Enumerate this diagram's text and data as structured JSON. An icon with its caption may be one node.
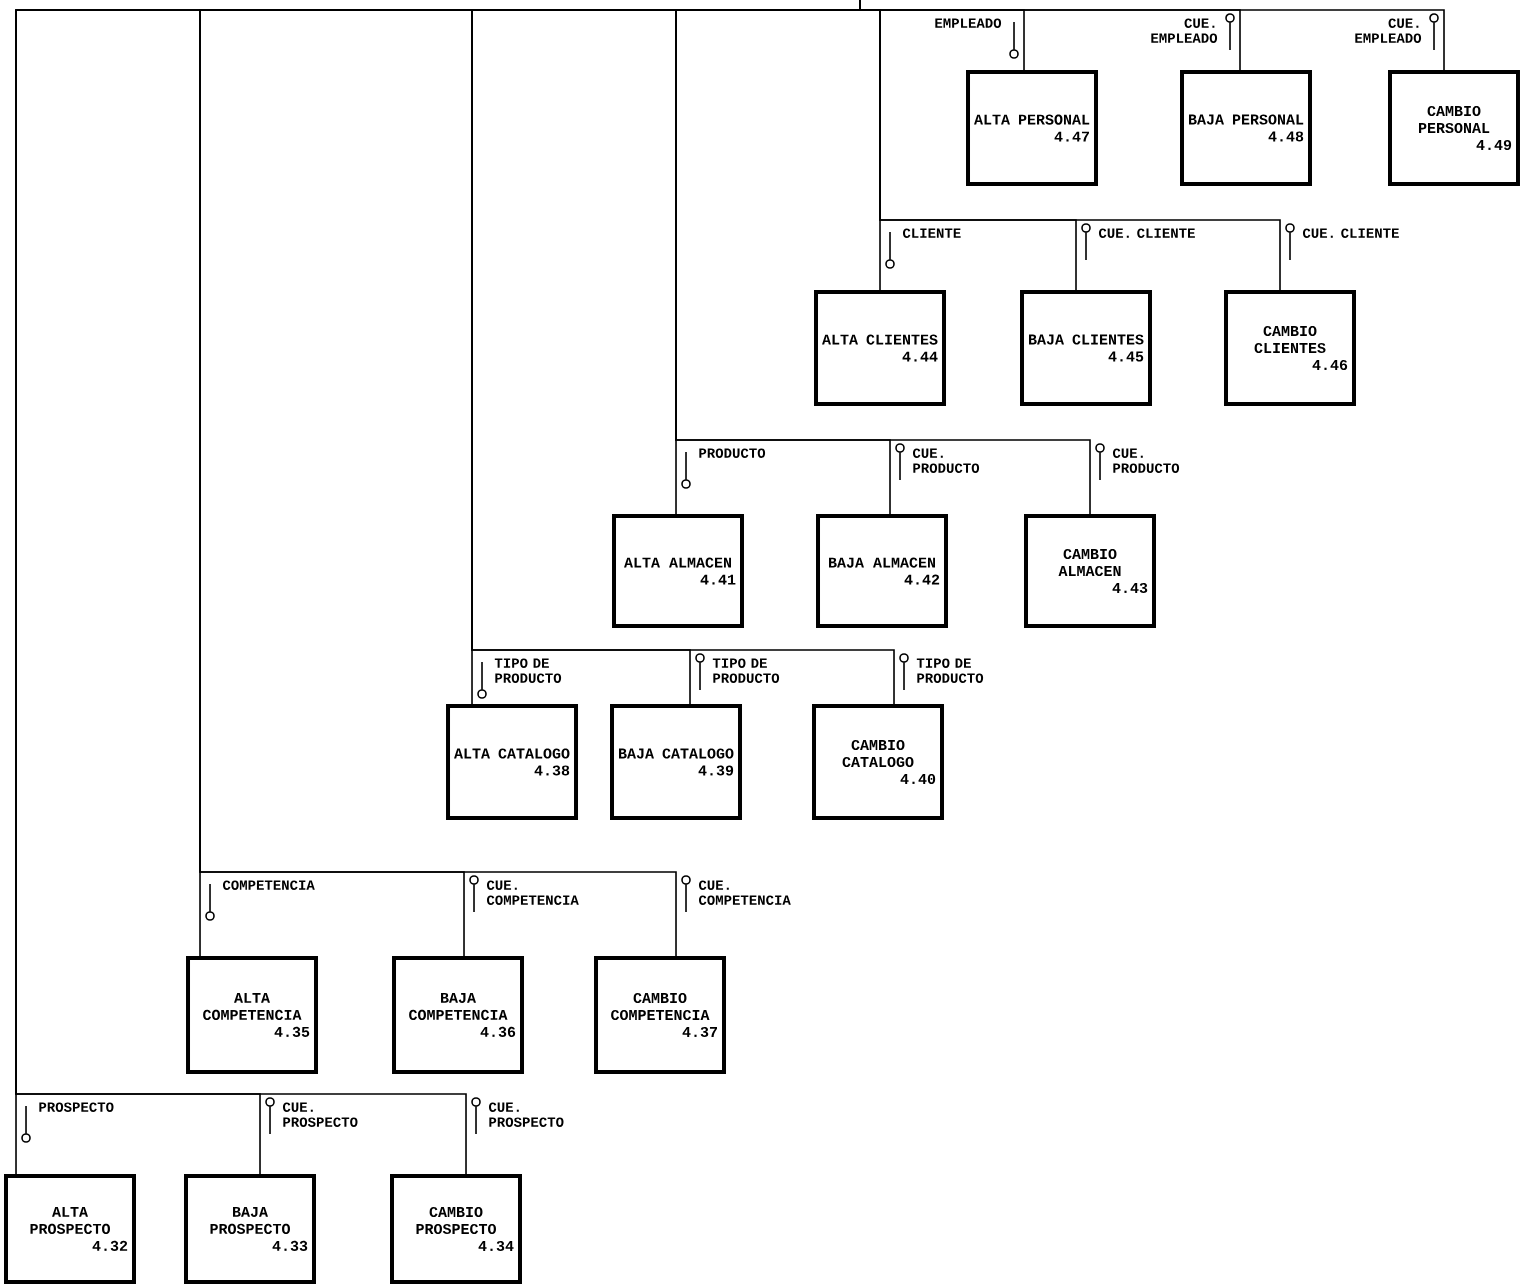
{
  "diagram": {
    "nodes": [
      {
        "text": [
          "ALTA PERSONAL",
          "4.47"
        ]
      },
      {
        "text": [
          "BAJA PERSONAL",
          "4.48"
        ]
      },
      {
        "text": [
          "CAMBIO PERSONAL",
          "4.49"
        ]
      },
      {
        "text": [
          "ALTA CLIENTES",
          "4.44"
        ]
      },
      {
        "text": [
          "BAJA CLIENTES",
          "4.45"
        ]
      },
      {
        "text": [
          "CAMBIO CLIENTES",
          "4.46"
        ]
      },
      {
        "text": [
          "ALTA ALMACEN",
          "4.41"
        ]
      },
      {
        "text": [
          "BAJA ALMACEN",
          "4.42"
        ]
      },
      {
        "text": [
          "CAMBIO ALMACEN",
          "4.43"
        ]
      },
      {
        "text": [
          "ALTA CATALOGO",
          "4.38"
        ]
      },
      {
        "text": [
          "BAJA CATALOGO",
          "4.39"
        ]
      },
      {
        "text": [
          "CAMBIO CATALOGO",
          "4.40"
        ]
      },
      {
        "text": [
          "ALTA COMPETENCIA",
          "4.35"
        ]
      },
      {
        "text": [
          "BAJA COMPETENCIA",
          "4.36"
        ]
      },
      {
        "text": [
          "CAMBIO COMPETENCIA",
          "4.37"
        ]
      },
      {
        "text": [
          "ALTA PROSPECTO",
          "4.32"
        ]
      },
      {
        "text": [
          "BAJA PROSPECTO",
          "4.33"
        ]
      },
      {
        "text": [
          "CAMBIO PROSPECTO",
          "4.34"
        ]
      }
    ],
    "edges": [
      {
        "from": null,
        "to": 0,
        "arrow": "none",
        "label": "EMPLEADO"
      },
      {
        "from": null,
        "to": 1,
        "arrow": "none",
        "label": "CUE. EMPLEADO"
      },
      {
        "from": null,
        "to": 2,
        "arrow": "none",
        "label": "CUE. EMPLEADO"
      },
      {
        "from": null,
        "to": 3,
        "arrow": "none",
        "label": "CLIENTE"
      },
      {
        "from": null,
        "to": 4,
        "arrow": "none",
        "label": "CUE. CLIENTE"
      },
      {
        "from": null,
        "to": 5,
        "arrow": "none",
        "label": "CUE. CLIENTE"
      },
      {
        "from": null,
        "to": 6,
        "arrow": "none",
        "label": "PRODUCTO"
      },
      {
        "from": null,
        "to": 7,
        "arrow": "none",
        "label": "CUE. PRODUCTO"
      },
      {
        "from": null,
        "to": 8,
        "arrow": "none",
        "label": "CUE. PRODUCTO"
      },
      {
        "from": null,
        "to": 9,
        "arrow": "none",
        "label": "TIPO DE PRODUCTO"
      },
      {
        "from": null,
        "to": 10,
        "arrow": "none",
        "label": "TIPO DE PRODUCTO"
      },
      {
        "from": null,
        "to": 11,
        "arrow": "none",
        "label": "TIPO DE PRODUCTO"
      },
      {
        "from": null,
        "to": 12,
        "arrow": "none",
        "label": "COMPETENCIA"
      },
      {
        "from": null,
        "to": 13,
        "arrow": "none",
        "label": "CUE. COMPETENCIA"
      },
      {
        "from": null,
        "to": 14,
        "arrow": "none",
        "label": "CUE. COMPETENCIA"
      },
      {
        "from": null,
        "to": 15,
        "arrow": "none",
        "label": "PROSPECTO"
      },
      {
        "from": null,
        "to": 16,
        "arrow": "none",
        "label": "CUE. PROSPECTO"
      },
      {
        "from": null,
        "to": 17,
        "arrow": "none",
        "label": "CUE. PROSPECTO"
      }
    ]
  }
}
